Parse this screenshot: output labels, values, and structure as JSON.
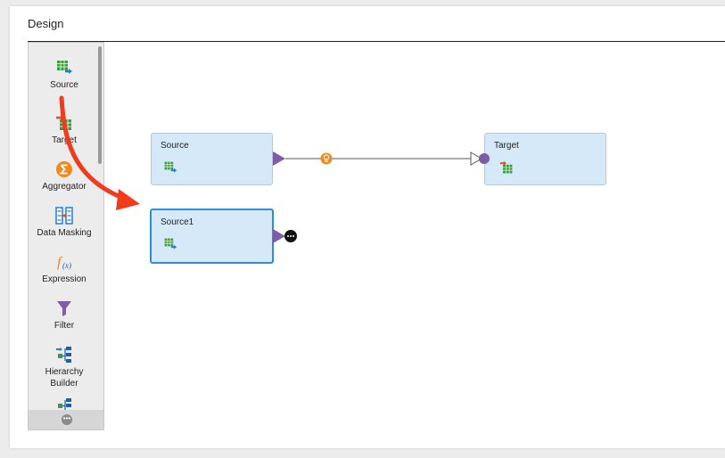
{
  "panel": {
    "title": "Design"
  },
  "palette": {
    "items": [
      {
        "label": "Source",
        "icon": "source-table-icon"
      },
      {
        "label": "Target",
        "icon": "target-table-icon"
      },
      {
        "label": "Aggregator",
        "icon": "sigma-icon"
      },
      {
        "label": "Data Masking",
        "icon": "data-masking-icon"
      },
      {
        "label": "Expression",
        "icon": "function-icon"
      },
      {
        "label": "Filter",
        "icon": "funnel-icon"
      },
      {
        "label": "Hierarchy\nBuilder",
        "icon": "hierarchy-icon"
      }
    ],
    "more_icon": "ellipsis-icon"
  },
  "canvas": {
    "nodes": [
      {
        "label": "Source",
        "icon": "source-table-icon"
      },
      {
        "label": "Target",
        "icon": "target-table-icon"
      },
      {
        "label": "Source1",
        "icon": "source-table-icon",
        "selected": true
      }
    ],
    "link_icon": "lightbulb-icon",
    "drag_arrow_color": "#f23a1d"
  },
  "colors": {
    "node_fill": "#d6e9f8",
    "port": "#7b5ea7",
    "link_badge": "#f0891f",
    "selection": "#2d8fd5"
  }
}
